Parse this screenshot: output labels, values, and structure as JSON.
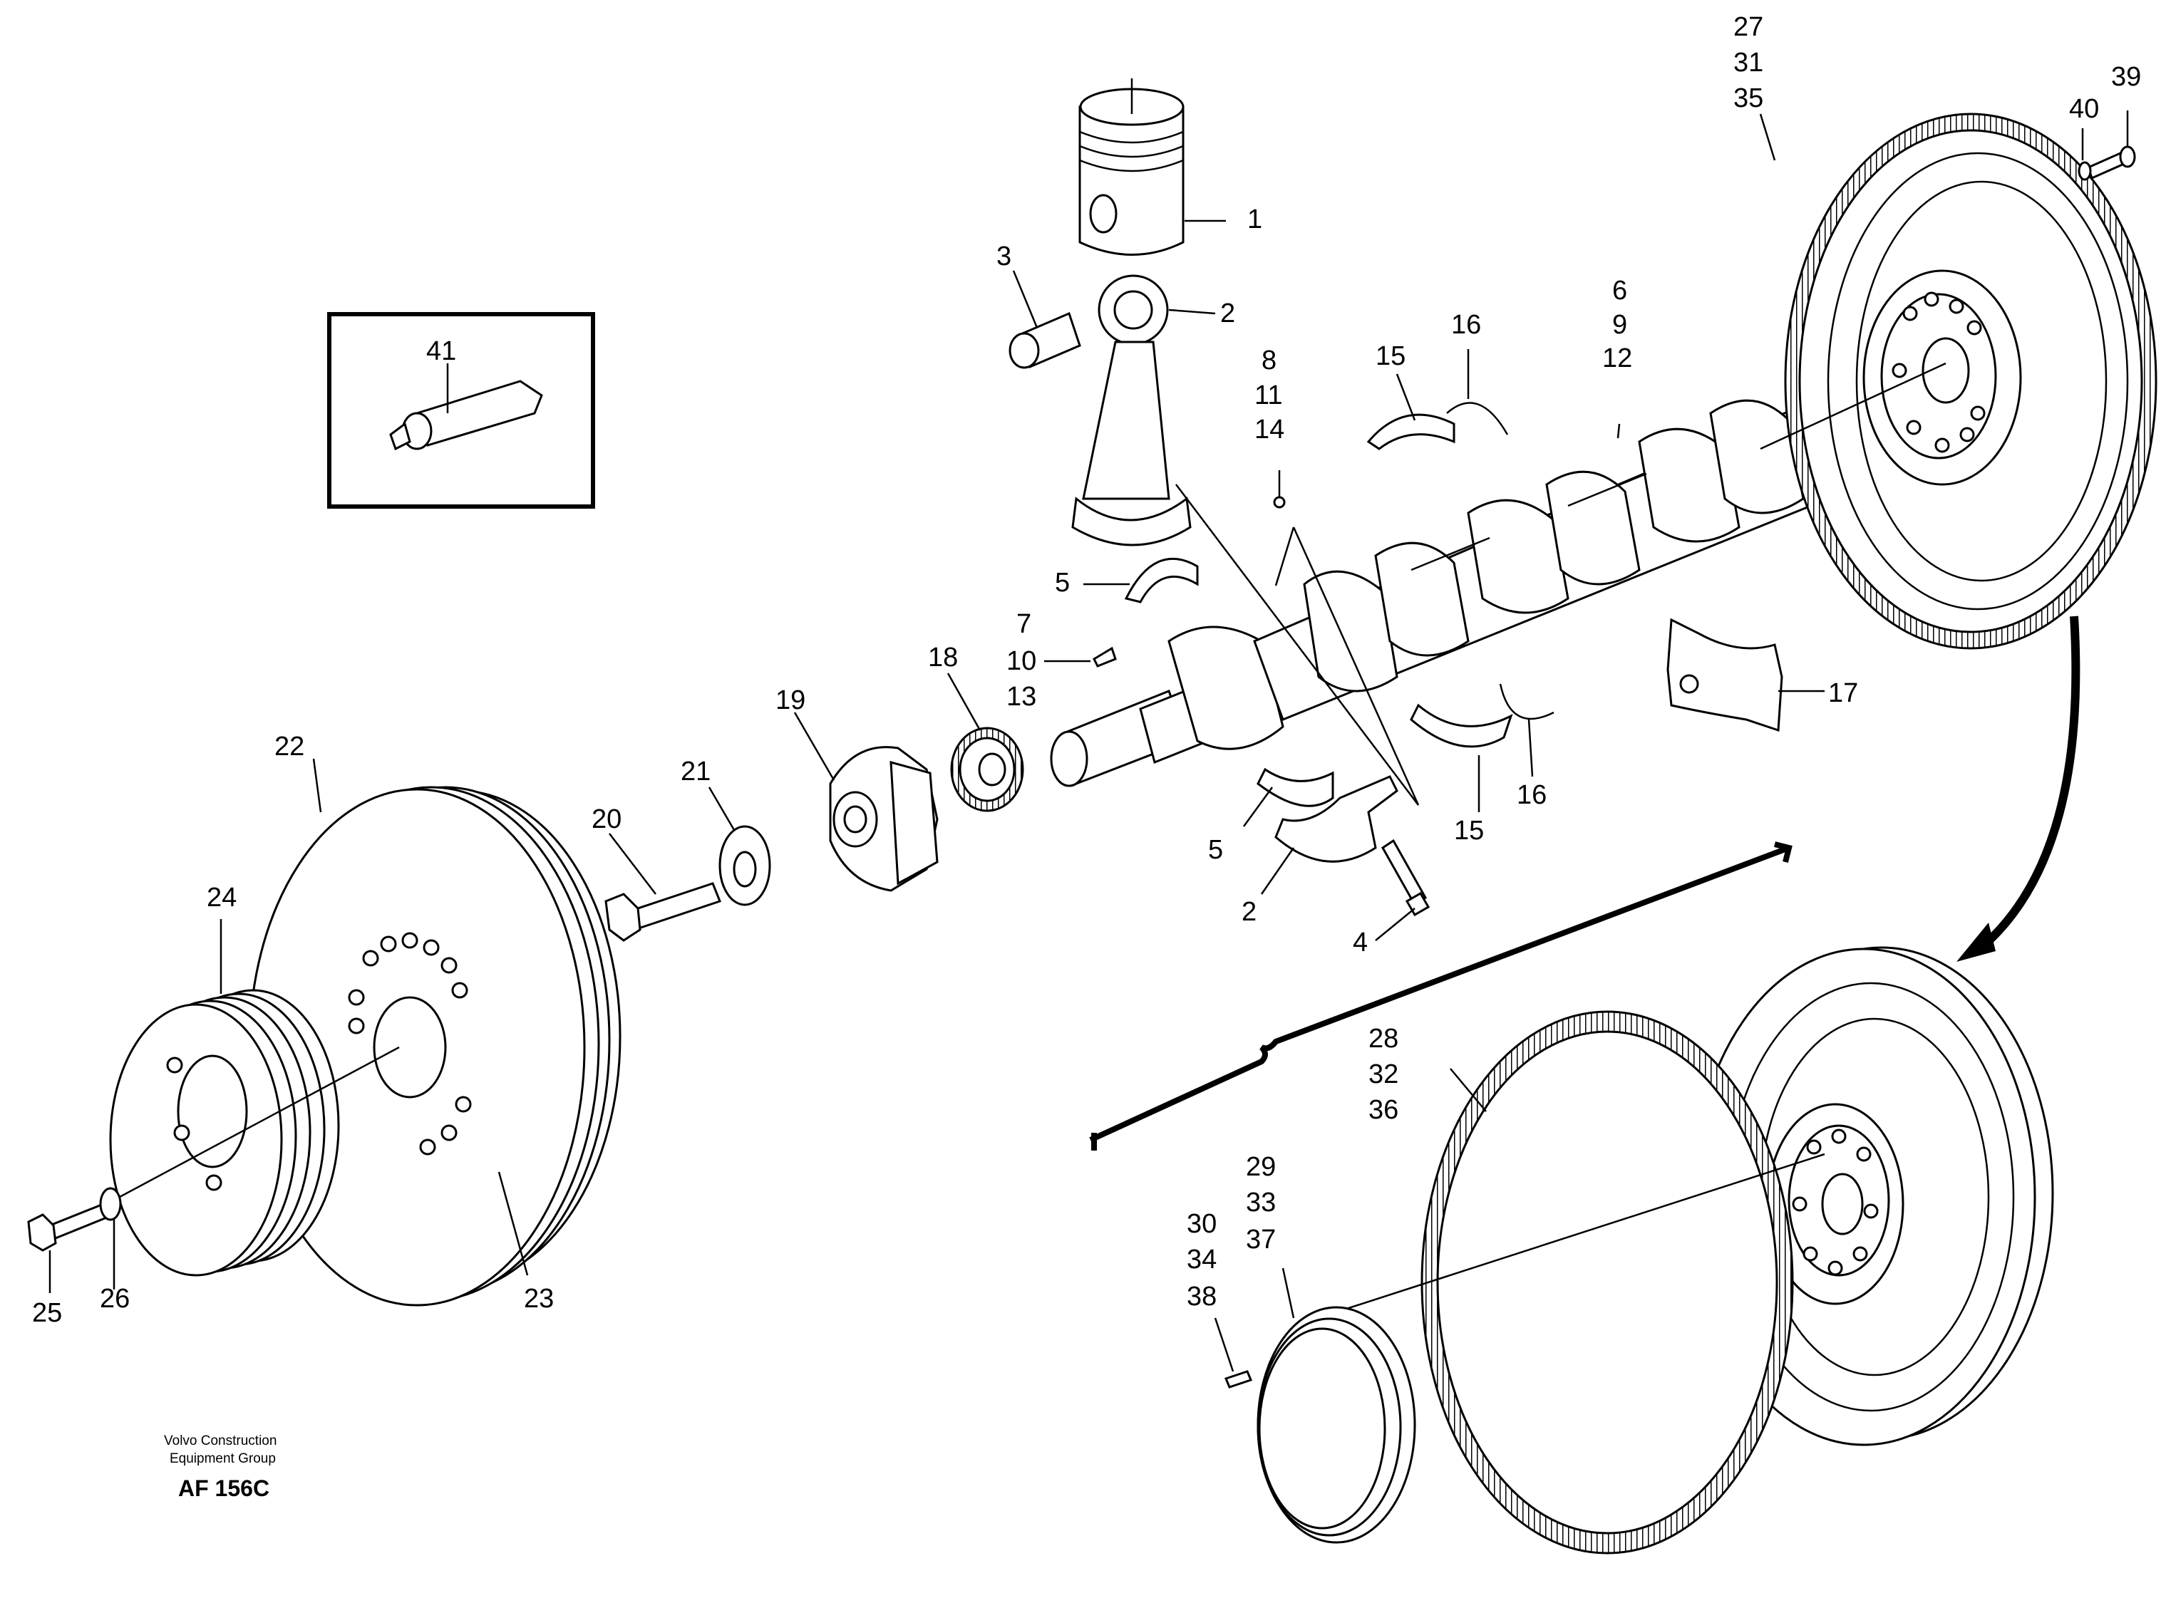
{
  "diagram": {
    "callouts": {
      "c1": "1",
      "c2a": "2",
      "c2b": "2",
      "c3": "3",
      "c4": "4",
      "c5a": "5",
      "c5b": "5",
      "c6": "6",
      "c7": "7",
      "c8": "8",
      "c9": "9",
      "c10": "10",
      "c11": "11",
      "c12": "12",
      "c13": "13",
      "c14": "14",
      "c15a": "15",
      "c15b": "15",
      "c16a": "16",
      "c16b": "16",
      "c17": "17",
      "c18": "18",
      "c19": "19",
      "c20": "20",
      "c21": "21",
      "c22": "22",
      "c23": "23",
      "c24": "24",
      "c25": "25",
      "c26": "26",
      "c27": "27",
      "c28": "28",
      "c29": "29",
      "c30": "30",
      "c31": "31",
      "c32": "32",
      "c33": "33",
      "c34": "34",
      "c35": "35",
      "c36": "36",
      "c37": "37",
      "c38": "38",
      "c39": "39",
      "c40": "40",
      "c41": "41"
    },
    "footer": {
      "company_line1": "Volvo Construction",
      "company_line2": "Equipment Group",
      "code": "AF 156C"
    }
  }
}
